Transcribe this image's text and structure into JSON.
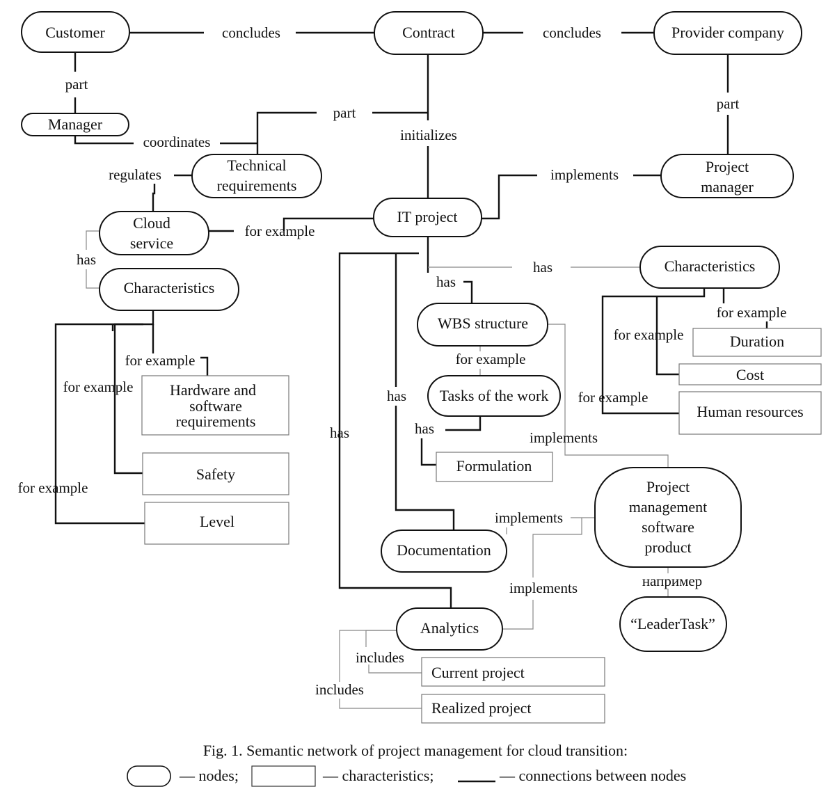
{
  "nodes": {
    "customer": "Customer",
    "contract": "Contract",
    "provider_company": "Provider company",
    "manager": "Manager",
    "technical_requirements": [
      "Technical",
      "requirements"
    ],
    "project_manager": [
      "Project",
      "manager"
    ],
    "it_project": "IT project",
    "cloud_service": [
      "Cloud",
      "service"
    ],
    "characteristics_left": "Characteristics",
    "characteristics_right": "Characteristics",
    "wbs_structure": "WBS structure",
    "tasks_of_the_work": "Tasks of the work",
    "documentation": "Documentation",
    "pm_software_product": [
      "Project",
      "management",
      "software",
      "product"
    ],
    "leadertask": "“LeaderTask”",
    "analytics": "Analytics"
  },
  "characteristics": {
    "hardware_software": [
      "Hardware and",
      "software",
      "requirements"
    ],
    "safety": "Safety",
    "level": "Level",
    "duration": "Duration",
    "cost": "Cost",
    "human_resources": "Human resources",
    "formulation": "Formulation",
    "current_project": "Current project",
    "realized_project": "Realized project"
  },
  "relations": {
    "concludes": "concludes",
    "part": "part",
    "coordinates": "coordinates",
    "initializes": "initializes",
    "implements": "implements",
    "regulates": "regulates",
    "for_example": "for example",
    "has": "has",
    "includes": "includes",
    "naprimer": "например"
  },
  "caption": {
    "title": "Fig. 1. Semantic network of project management for cloud transition:",
    "legend_nodes": "— nodes;",
    "legend_characteristics": "— characteristics;",
    "legend_connections": "— connections between nodes"
  }
}
